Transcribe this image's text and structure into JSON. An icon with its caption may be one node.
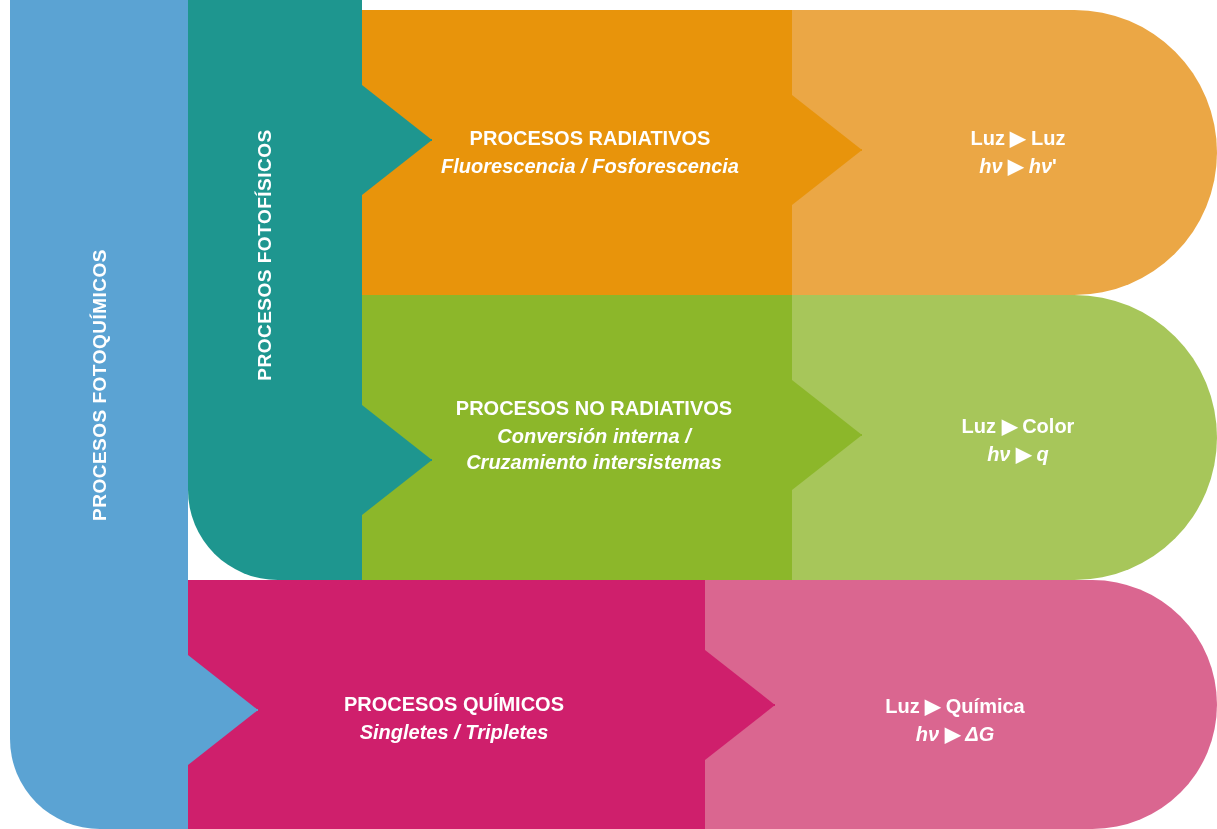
{
  "diagram": {
    "nodes": [
      {
        "text": [
          "PROCESOS FOTOQUÍMICOS"
        ]
      },
      {
        "text": [
          "PROCESOS FOTOFÍSICOS"
        ]
      },
      {
        "text": [
          "PROCESOS **RADIATIVOS**",
          "Fluorescencia / Fosforescencia"
        ]
      },
      {
        "text": [
          "Luz ▶ Luz",
          "*hν* ▶ *hν*'"
        ]
      },
      {
        "text": [
          "PROCESOS **NO RADIATIVOS**",
          "Conversión interna / Cruzamiento intersistemas"
        ]
      },
      {
        "text": [
          "Luz ▶ Color",
          "*hν* ▶ *q*"
        ]
      },
      {
        "text": [
          "PROCESOS QUÍMICOS",
          "Singletes / Tripletes"
        ]
      },
      {
        "text": [
          "Luz ▶ Química",
          "*hν* ▶ *ΔG*"
        ]
      }
    ],
    "edges": [
      {
        "from": 0,
        "to": 6,
        "arrow": "to",
        "color": "#5ba3d3"
      },
      {
        "from": 1,
        "to": 2,
        "arrow": "to",
        "color": "#1e968f"
      },
      {
        "from": 1,
        "to": 4,
        "arrow": "to",
        "color": "#1e968f"
      },
      {
        "from": 2,
        "to": 3,
        "arrow": "to",
        "color": "#e8940b"
      },
      {
        "from": 4,
        "to": 5,
        "arrow": "to",
        "color": "#8cb72a"
      },
      {
        "from": 6,
        "to": 7,
        "arrow": "to",
        "color": "#cf1f6c"
      }
    ]
  }
}
